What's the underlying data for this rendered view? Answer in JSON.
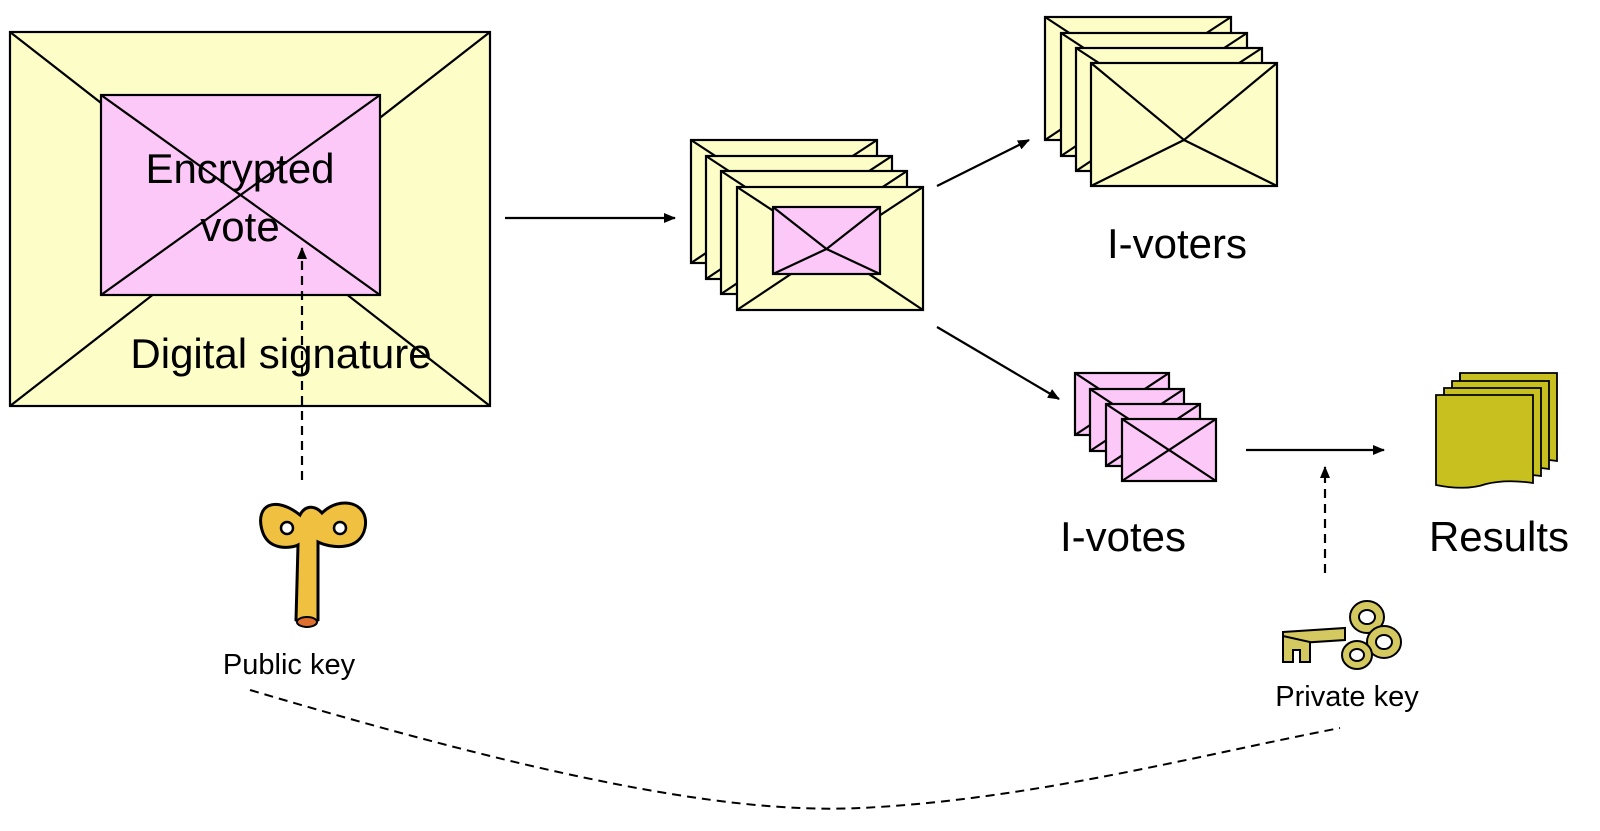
{
  "labels": {
    "encrypted_vote_line1": "Encrypted",
    "encrypted_vote_line2": "vote",
    "digital_signature": "Digital signature",
    "i_voters": "I-voters",
    "i_votes": "I-votes",
    "results": "Results",
    "public_key": "Public key",
    "private_key": "Private key"
  },
  "colors": {
    "outer_envelope": "#fdfdc8",
    "inner_envelope": "#fcc8f8",
    "results_doc": "#c8c01e",
    "public_key_icon": "#f0c040",
    "private_key_icon": "#d4c860"
  },
  "icons": {
    "public_key": "key-icon",
    "private_key": "key-icon",
    "results": "document-stack-icon"
  }
}
